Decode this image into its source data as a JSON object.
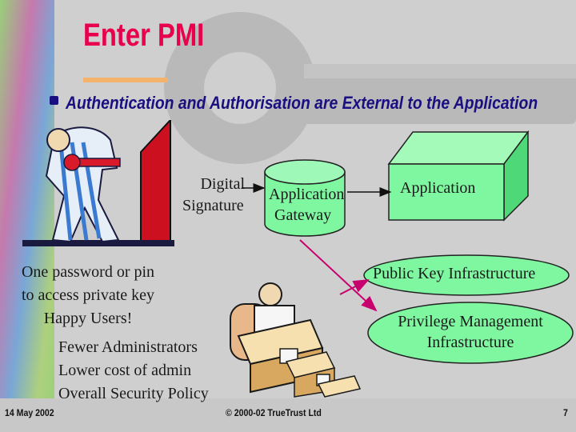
{
  "slide": {
    "title": "Enter PMI",
    "subtitle": "Authentication and Authorisation are External to the Application"
  },
  "diagram": {
    "digital_signature_line1": "Digital",
    "digital_signature_line2": "Signature",
    "gateway_line1": "Application",
    "gateway_line2": "Gateway",
    "application": "Application",
    "pki": "Public Key Infrastructure",
    "pmi_line1": "Privilege Management",
    "pmi_line2": "Infrastructure"
  },
  "left_notes": {
    "line1": "One password or pin",
    "line2": "to access private key",
    "line3": "Happy Users!"
  },
  "bottom_notes": {
    "line1": "Fewer Administrators",
    "line2": "Lower cost of admin",
    "line3": "Overall Security Policy"
  },
  "footer": {
    "date": "14 May 2002",
    "copyright": "© 2000-02 TrueTrust Ltd",
    "page": "7"
  },
  "colors": {
    "title": "#e8004c",
    "subtitle": "#1a0f80",
    "cylinder": "#7ef7a0",
    "cube": "#7ef7a0",
    "ellipse": "#7ef7a0",
    "arrow": "#c8006e",
    "door": "#cc1020"
  }
}
